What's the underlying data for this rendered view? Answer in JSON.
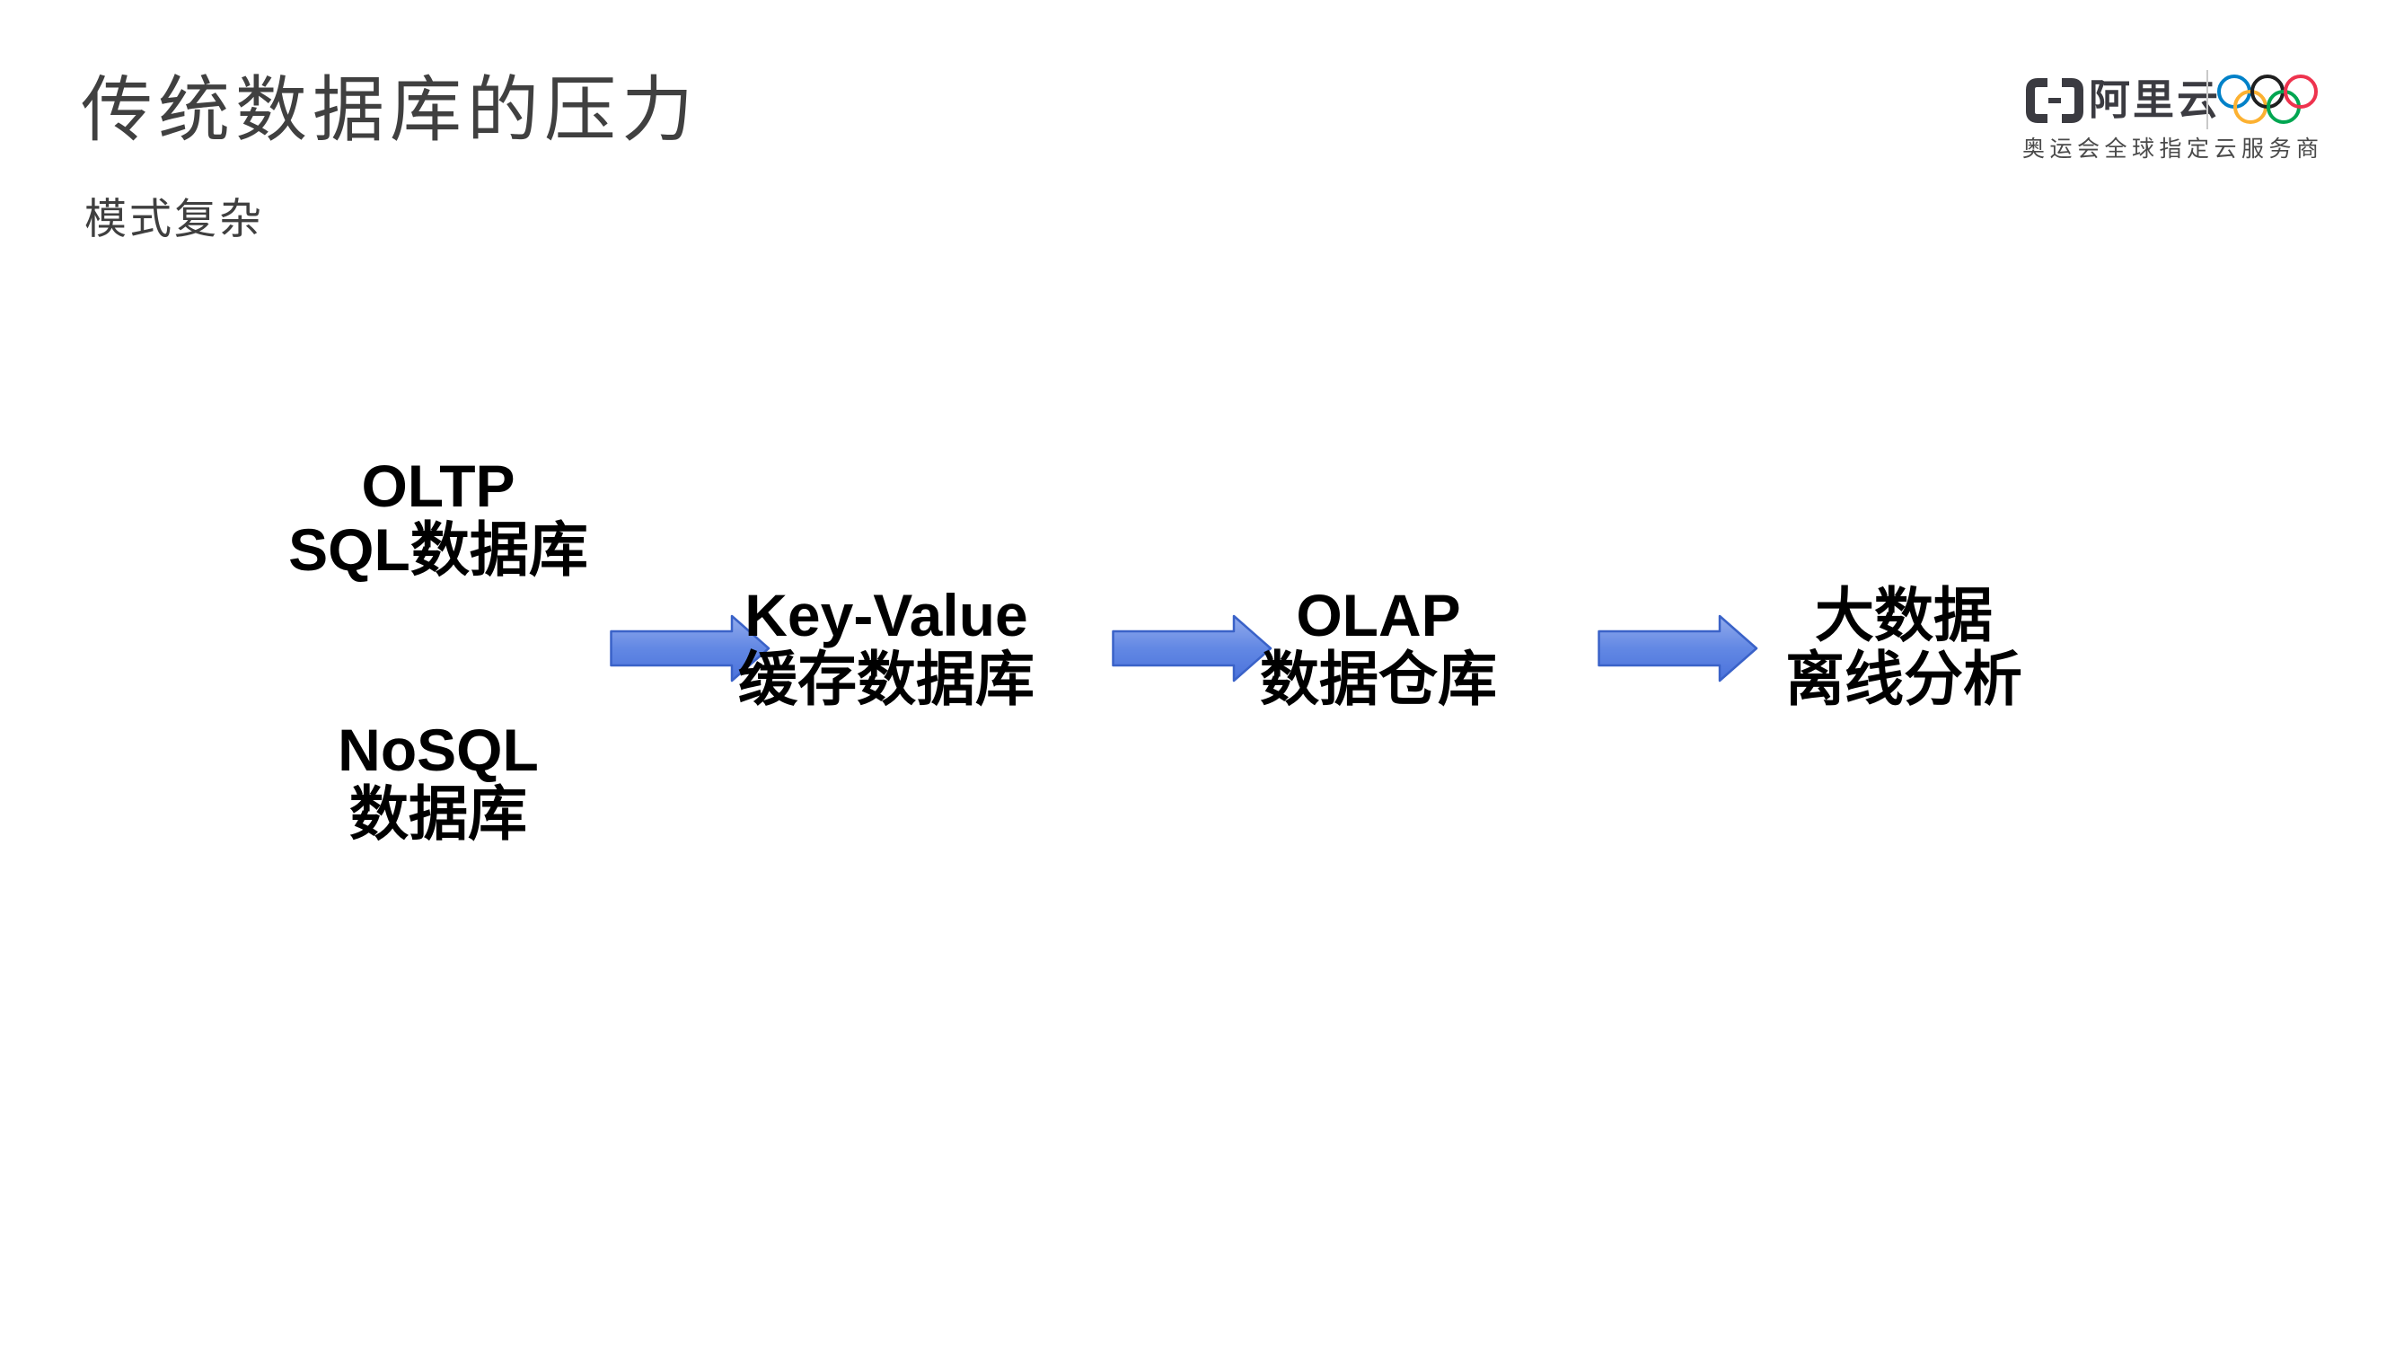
{
  "slide": {
    "title": "传统数据库的压力",
    "subtitle": "模式复杂",
    "background": "#ffffff",
    "title_color": "#404040",
    "text_color": "#000000"
  },
  "logo": {
    "brand": "阿里云",
    "tagline": "奥运会全球指定云服务商",
    "brand_color": "#3b3b41",
    "divider_color": "#c9c9c9",
    "olympic_rings": {
      "blue": "#0081C8",
      "black": "#1f1f1f",
      "red": "#EE334E",
      "yellow": "#FCB131",
      "green": "#00A651"
    },
    "icon": "alibaba-cloud-brackets-icon"
  },
  "diagram": {
    "type": "flow",
    "arrow": {
      "direction": "right",
      "fill_top": "#93ACEC",
      "fill_mid": "#6288E4",
      "fill_bottom": "#4A72DB",
      "border": "#3A62C8"
    },
    "nodes": [
      {
        "id": "oltp",
        "lines": [
          "OLTP",
          "SQL数据库"
        ]
      },
      {
        "id": "nosql",
        "lines": [
          "NoSQL",
          "数据库"
        ]
      },
      {
        "id": "keyvalue",
        "lines": [
          "Key-Value",
          "缓存数据库"
        ]
      },
      {
        "id": "olap",
        "lines": [
          "OLAP",
          "数据仓库"
        ]
      },
      {
        "id": "bigdata",
        "lines": [
          "大数据",
          "离线分析"
        ]
      }
    ],
    "flow_summary": "OLTP SQL数据库 / NoSQL 数据库 → Key-Value 缓存数据库 → OLAP 数据仓库 → 大数据 离线分析"
  }
}
